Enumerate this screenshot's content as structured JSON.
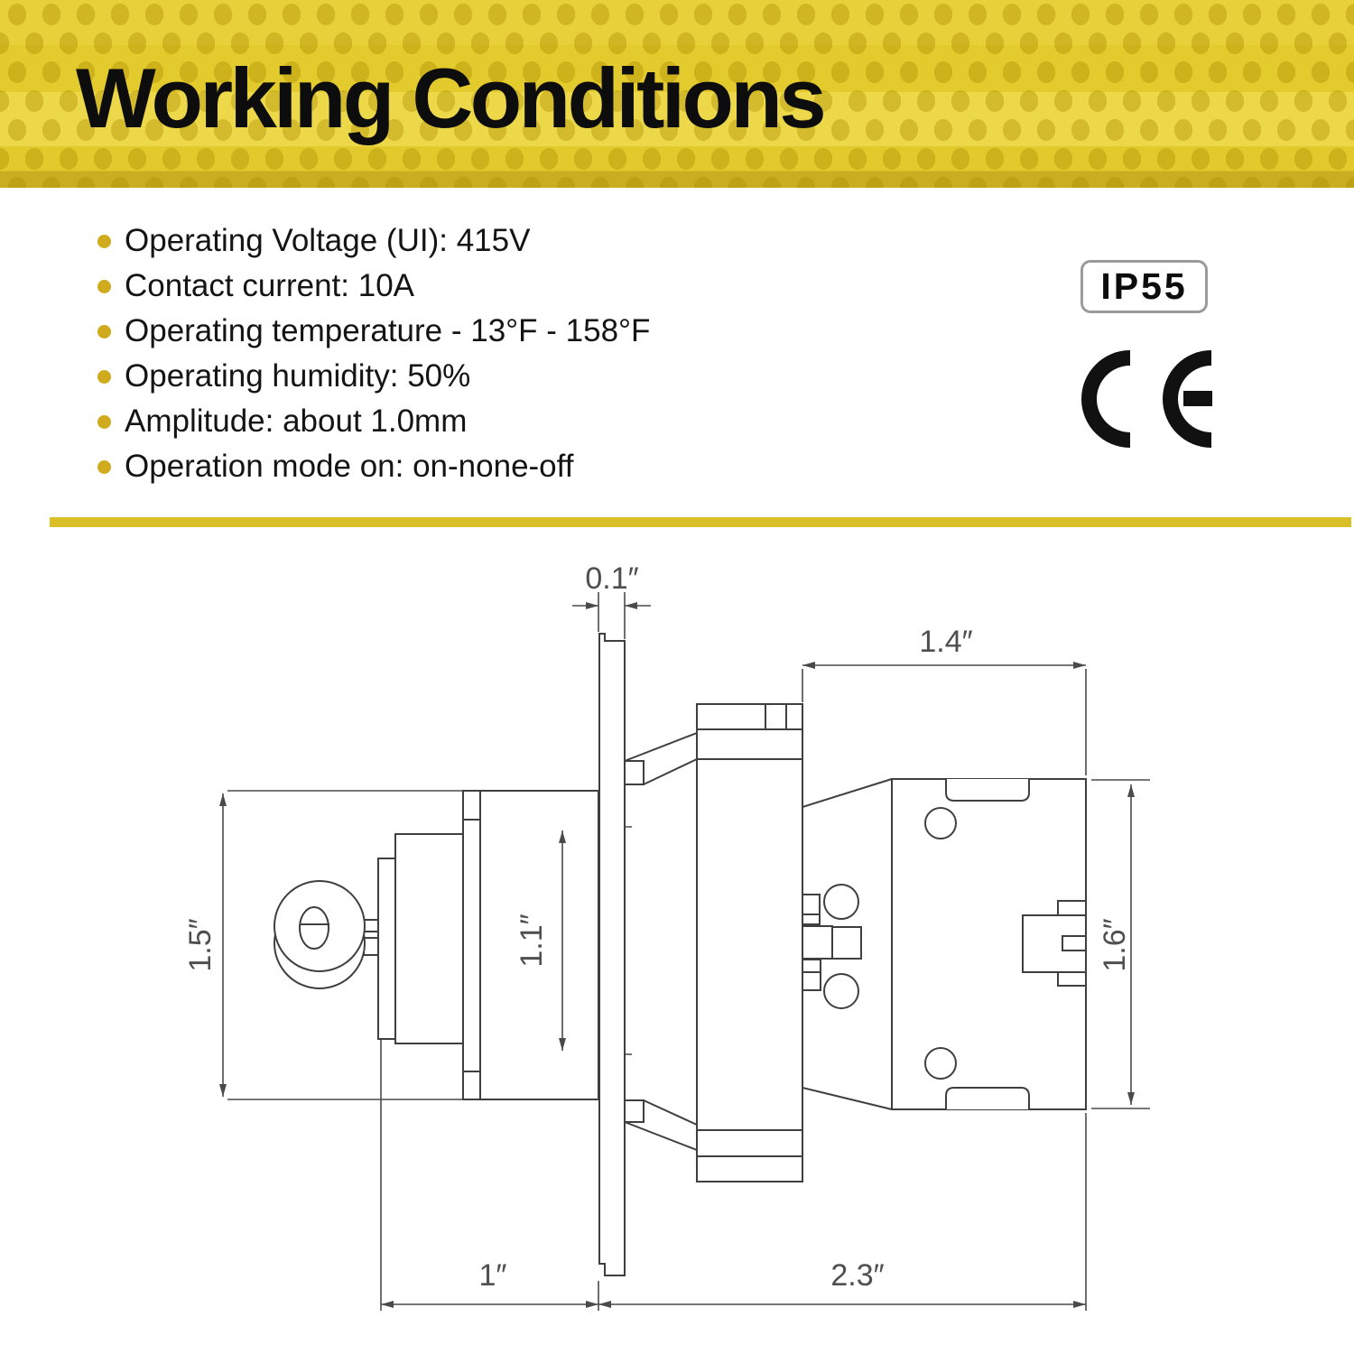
{
  "header": {
    "title": "Working Conditions"
  },
  "specs": {
    "items": [
      "Operating Voltage (UI): 415V",
      "Contact current: 10A",
      "Operating temperature - 13°F - 158°F",
      "Operating humidity: 50%",
      "Amplitude: about 1.0mm",
      "Operation mode on: on-none-off"
    ]
  },
  "certifications": {
    "ip_rating": "IP55",
    "ce_mark": "CE"
  },
  "diagram": {
    "dimensions": {
      "panel_thickness": "0.1″",
      "rear_body_length": "1.4″",
      "head_height": "1.5″",
      "mounting_hole": "1.1″",
      "contact_block_height": "1.6″",
      "front_depth": "1″",
      "rear_depth": "2.3″"
    }
  },
  "colors": {
    "banner_yellow": "#e5cd32",
    "banner_dot": "#cdb31d",
    "divider": "#d9c027",
    "bullet": "#d0ab1e",
    "drawing_line": "#3f3f3f",
    "dimension_text": "#4f4f4f"
  }
}
